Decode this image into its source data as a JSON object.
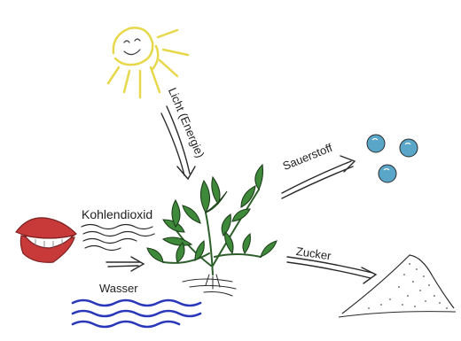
{
  "labels": {
    "light": "Licht (Energie)",
    "oxygen": "Sauerstoff",
    "carbon_dioxide": "Kohlendioxid",
    "sugar": "Zucker",
    "water": "Wasser"
  },
  "icons": [
    "sun-icon",
    "lips-icon",
    "plant-icon",
    "oxygen-molecule-icon",
    "sugar-pile-icon",
    "water-waves-icon",
    "arrow-icon"
  ],
  "colors": {
    "sun": "#e6d84a",
    "lips": "#c83a3a",
    "leaf": "#3f8a3a",
    "leaf_dark": "#2d5f2a",
    "water": "#2838b8",
    "molecule": "#5aa6c8",
    "ink": "#2a2a2a"
  }
}
